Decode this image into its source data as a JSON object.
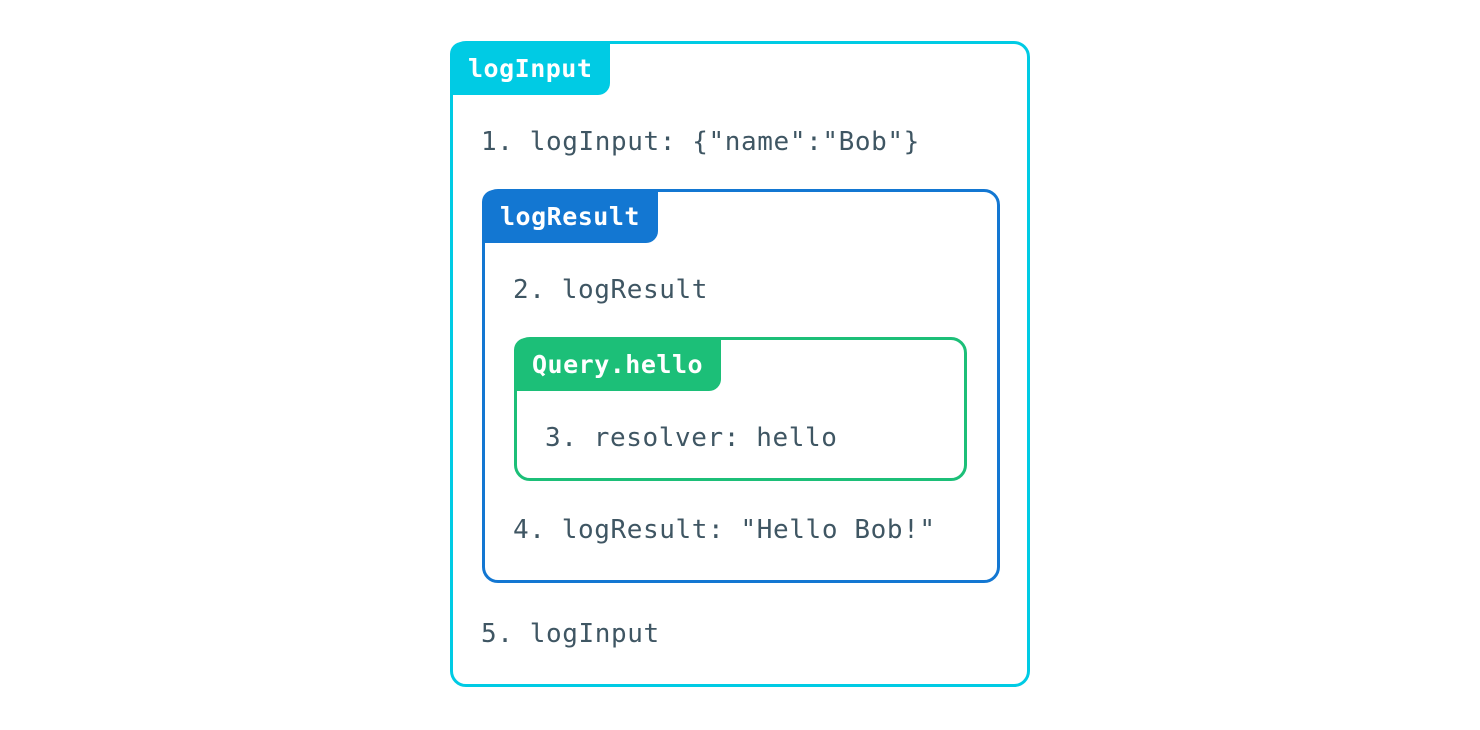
{
  "diagram": {
    "type": "nested-trace-boxes",
    "background_color": "#ffffff",
    "text_color": "#3f5663",
    "boxes": [
      {
        "id": "outer",
        "label": "logInput",
        "color": "#00cbe4",
        "depth": 0,
        "lines": [
          {
            "id": "line-1",
            "number": "1.",
            "text": "1. logInput: {\"name\":\"Bob\"}"
          },
          {
            "id": "line-5",
            "number": "5.",
            "text": "5. logInput"
          }
        ]
      },
      {
        "id": "middle",
        "label": "logResult",
        "color": "#1377d2",
        "depth": 1,
        "lines": [
          {
            "id": "line-2",
            "number": "2.",
            "text": "2. logResult"
          },
          {
            "id": "line-4",
            "number": "4.",
            "text": "4. logResult: \"Hello Bob!\""
          }
        ]
      },
      {
        "id": "inner",
        "label": "Query.hello",
        "color": "#1cbf78",
        "depth": 2,
        "lines": [
          {
            "id": "line-3",
            "number": "3.",
            "text": "3. resolver: hello"
          }
        ]
      }
    ]
  }
}
